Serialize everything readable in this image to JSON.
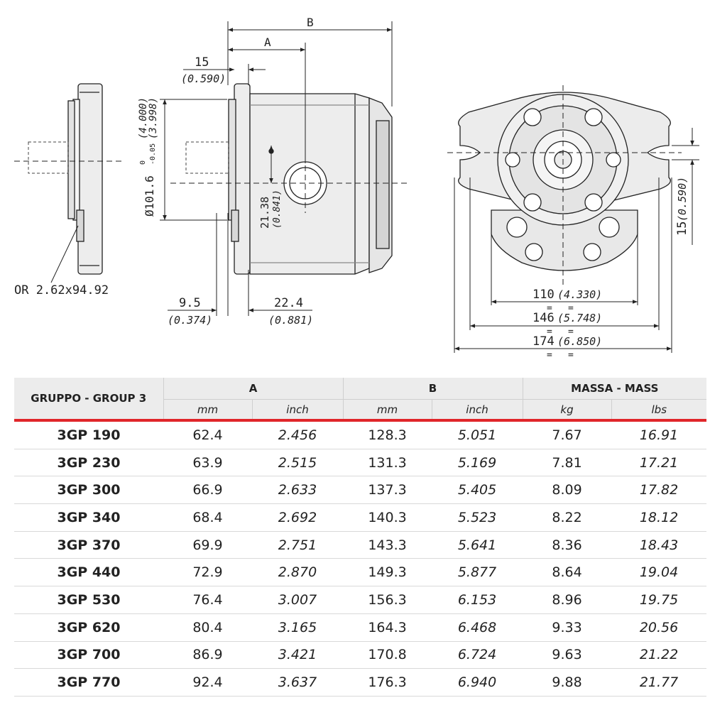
{
  "drawing": {
    "labels": {
      "o_ring": "OR 2.62x94.92",
      "dim_a": "A",
      "dim_b": "B",
      "flange_thk_mm": "15",
      "flange_thk_in": "(0.590)",
      "pilot_dia_mm": "Ø101.6",
      "pilot_tol": "0",
      "pilot_tol_low": "-0.05",
      "pilot_dia_in_hi": "(4.000)",
      "pilot_dia_in_lo": "(3.998)",
      "port_offset_mm": "21.38",
      "port_offset_in": "(0.841)",
      "pilot_len_mm": "9.5",
      "pilot_len_in": "(0.374)",
      "shaft_len_mm": "22.4",
      "shaft_len_in": "(0.881)",
      "front_w1_mm": "110",
      "front_w1_in": "(4.330)",
      "front_w2_mm": "146",
      "front_w2_in": "(5.748)",
      "front_w3_mm": "174",
      "front_w3_in": "(6.850)",
      "slot_mm": "15",
      "slot_in": "(0.590)",
      "sym_mark": "="
    }
  },
  "table": {
    "group_header": "GRUPPO - GROUP 3",
    "col_a": "A",
    "col_b": "B",
    "col_mass": "MASSA - MASS",
    "unit_mm": "mm",
    "unit_inch": "inch",
    "unit_kg": "kg",
    "unit_lbs": "lbs",
    "rows": [
      {
        "model": "3GP 190",
        "a_mm": "62.4",
        "a_in": "2.456",
        "b_mm": "128.3",
        "b_in": "5.051",
        "kg": "7.67",
        "lbs": "16.91"
      },
      {
        "model": "3GP 230",
        "a_mm": "63.9",
        "a_in": "2.515",
        "b_mm": "131.3",
        "b_in": "5.169",
        "kg": "7.81",
        "lbs": "17.21"
      },
      {
        "model": "3GP 300",
        "a_mm": "66.9",
        "a_in": "2.633",
        "b_mm": "137.3",
        "b_in": "5.405",
        "kg": "8.09",
        "lbs": "17.82"
      },
      {
        "model": "3GP 340",
        "a_mm": "68.4",
        "a_in": "2.692",
        "b_mm": "140.3",
        "b_in": "5.523",
        "kg": "8.22",
        "lbs": "18.12"
      },
      {
        "model": "3GP 370",
        "a_mm": "69.9",
        "a_in": "2.751",
        "b_mm": "143.3",
        "b_in": "5.641",
        "kg": "8.36",
        "lbs": "18.43"
      },
      {
        "model": "3GP 440",
        "a_mm": "72.9",
        "a_in": "2.870",
        "b_mm": "149.3",
        "b_in": "5.877",
        "kg": "8.64",
        "lbs": "19.04"
      },
      {
        "model": "3GP 530",
        "a_mm": "76.4",
        "a_in": "3.007",
        "b_mm": "156.3",
        "b_in": "6.153",
        "kg": "8.96",
        "lbs": "19.75"
      },
      {
        "model": "3GP 620",
        "a_mm": "80.4",
        "a_in": "3.165",
        "b_mm": "164.3",
        "b_in": "6.468",
        "kg": "9.33",
        "lbs": "20.56"
      },
      {
        "model": "3GP 700",
        "a_mm": "86.9",
        "a_in": "3.421",
        "b_mm": "170.8",
        "b_in": "6.724",
        "kg": "9.63",
        "lbs": "21.22"
      },
      {
        "model": "3GP 770",
        "a_mm": "92.4",
        "a_in": "3.637",
        "b_mm": "176.3",
        "b_in": "6.940",
        "kg": "9.88",
        "lbs": "21.77"
      }
    ]
  },
  "colors": {
    "accent_red": "#e0262a",
    "header_bg": "#ececec",
    "body_fill": "#ededed",
    "line": "#222222"
  }
}
